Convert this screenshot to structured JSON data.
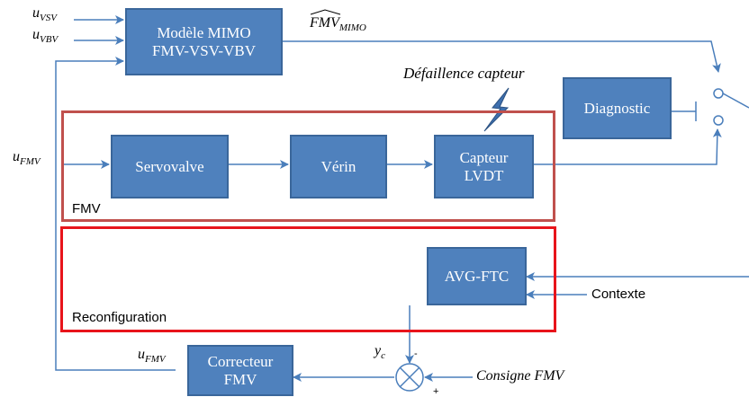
{
  "blocks": {
    "mimo": "Modèle MIMO\nFMV-VSV-VBV",
    "diagnostic": "Diagnostic",
    "servovalve": "Servovalve",
    "verin": "Vérin",
    "capteur": "Capteur\nLVDT",
    "avg_ftc": "AVG-FTC",
    "correcteur": "Correcteur\nFMV"
  },
  "frames": {
    "fmv_label": "FMV",
    "reconf_label": "Reconfiguration"
  },
  "signals": {
    "u_vsv": "u",
    "u_vsv_sub": "VSV",
    "u_vbv": "u",
    "u_vbv_sub": "VBV",
    "u_fmv_in": "u",
    "u_fmv_in_sub": "FMV",
    "u_fmv_out": "u",
    "u_fmv_out_sub": "FMV",
    "fmv_mimo": "FMV",
    "fmv_mimo_sub": "MIMO",
    "defaillance": "Défaillence capteur",
    "contexte": "Contexte",
    "yc": "y",
    "yc_sub": "c",
    "consigne": "Consigne FMV",
    "minus_top": "-",
    "plus_bottom": "+"
  },
  "colors": {
    "block_fill": "#4f81bd",
    "block_border": "#3a669a",
    "line": "#4a7ebb",
    "fmv_frame": "#c0504d",
    "reconf_frame": "#e8141b",
    "lightning": "#3e6fae"
  }
}
